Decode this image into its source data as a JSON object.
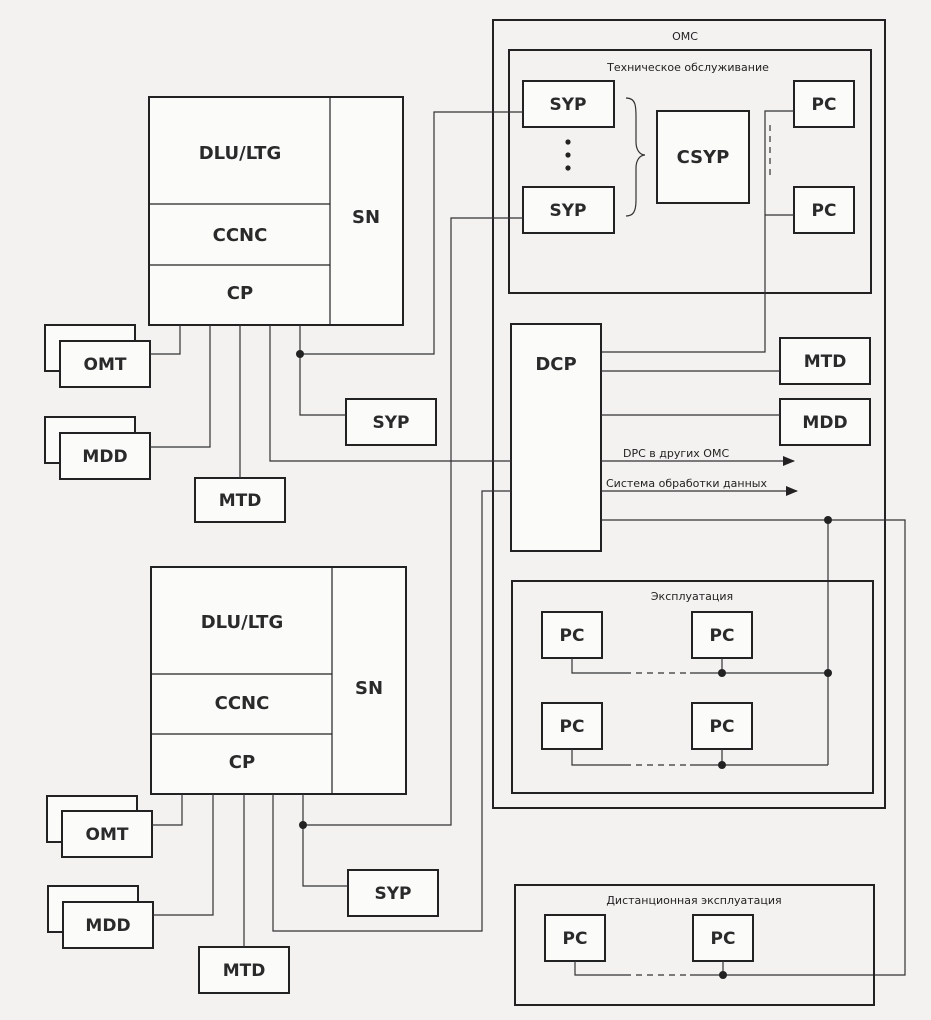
{
  "oms": {
    "title": "ОМС",
    "maintenance": {
      "title": "Техническое обслуживание",
      "syp_top": "SYP",
      "syp_bottom": "SYP",
      "csyp": "CSYP",
      "pc_top": "PC",
      "pc_bottom": "PC"
    },
    "dcp": "DCP",
    "mtd": "MTD",
    "mdd": "MDD",
    "arrow_dpc": "DPC в других ОМС",
    "arrow_data": "Система обработки данных",
    "exploitation": {
      "title": "Эксплуатация",
      "pcs": [
        "PC",
        "PC",
        "PC",
        "PC"
      ]
    }
  },
  "remote": {
    "title": "Дистанционная эксплуатация",
    "pcs": [
      "PC",
      "PC"
    ]
  },
  "exchange_1": {
    "dlu_ltg": "DLU/LTG",
    "ccnc": "CCNC",
    "cp": "CP",
    "sn": "SN",
    "omt": "OMT",
    "mdd": "MDD",
    "mtd": "MTD",
    "syp": "SYP"
  },
  "exchange_2": {
    "dlu_ltg": "DLU/LTG",
    "ccnc": "CCNC",
    "cp": "CP",
    "sn": "SN",
    "omt": "OMT",
    "mdd": "MDD",
    "mtd": "MTD",
    "syp": "SYP"
  }
}
